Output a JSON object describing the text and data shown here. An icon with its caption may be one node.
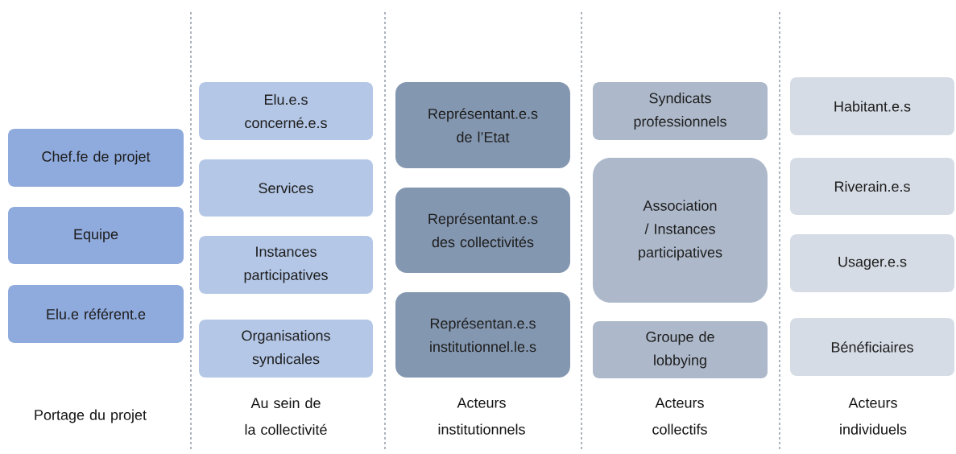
{
  "diagram": {
    "nodes": [
      {
        "text": [
          "Chef.fe de projet"
        ]
      },
      {
        "text": [
          "Equipe"
        ]
      },
      {
        "text": [
          "Elu.e référent.e"
        ]
      },
      {
        "text": [
          "Elu.e.s concerné.e.s"
        ]
      },
      {
        "text": [
          "Services"
        ]
      },
      {
        "text": [
          "Instances participatives"
        ]
      },
      {
        "text": [
          "Organisations syndicales"
        ]
      },
      {
        "text": [
          "Représentant.e.s de l’Etat"
        ]
      },
      {
        "text": [
          "Représentant.e.s des collectivités"
        ]
      },
      {
        "text": [
          "Représentan.e.s institutionnel.le.s"
        ]
      },
      {
        "text": [
          "Syndicats professionnels"
        ]
      },
      {
        "text": [
          "Association / Instances participatives"
        ]
      },
      {
        "text": [
          "Groupe de lobbying"
        ]
      },
      {
        "text": [
          "Habitant.e.s"
        ]
      },
      {
        "text": [
          "Riverain.e.s"
        ]
      },
      {
        "text": [
          "Usager.e.s"
        ]
      },
      {
        "text": [
          "Bénéficiaires"
        ]
      }
    ],
    "labels": [
      "Portage du projet",
      "Au sein de la collectivité",
      "Acteurs institutionnels",
      "Acteurs collectifs",
      "Acteurs individuels"
    ]
  }
}
